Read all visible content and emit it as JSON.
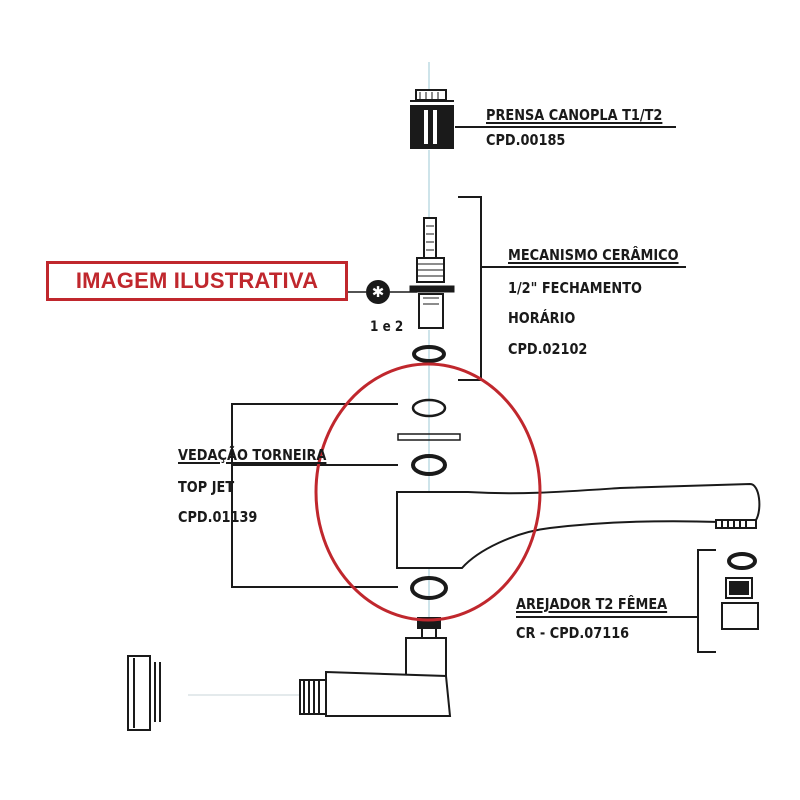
{
  "badge": {
    "text": "IMAGEM ILUSTRATIVA"
  },
  "parts": {
    "prensa": {
      "name": "PRENSA CANOPLA T1/T2",
      "code": "CPD.00185"
    },
    "mecanismo": {
      "name": "MECANISMO CERÂMICO",
      "line2": "1/2\" FECHAMENTO",
      "line3": "HORÁRIO",
      "code": "CPD.02102"
    },
    "vedacao": {
      "name": "VEDAÇÃO TORNEIRA",
      "line2": "TOP JET",
      "code": "CPD.01139"
    },
    "arejador": {
      "name": "AREJADOR T2 FÊMEA",
      "code": "CR - CPD.07116"
    }
  },
  "marker": {
    "label": "1 e 2",
    "symbol": "✱"
  },
  "colors": {
    "ink": "#1a1a1a",
    "highlight": "#c0272d",
    "guide": "#9ec9d6"
  }
}
